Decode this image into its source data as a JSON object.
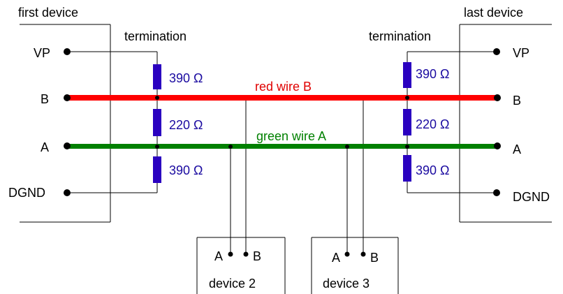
{
  "labels": {
    "first_device": "first device",
    "last_device": "last device",
    "termination_left": "termination",
    "termination_right": "termination",
    "red_wire": "red wire B",
    "green_wire": "green wire A"
  },
  "pins_left": {
    "vp": "VP",
    "b": "B",
    "a": "A",
    "dgnd": "DGND"
  },
  "pins_right": {
    "vp": "VP",
    "b": "B",
    "a": "A",
    "dgnd": "DGND"
  },
  "resistors_left": {
    "top": "390 Ω",
    "mid": "220 Ω",
    "bot": "390 Ω"
  },
  "resistors_right": {
    "top": "390 Ω",
    "mid": "220 Ω",
    "bot": "390 Ω"
  },
  "device2": {
    "name": "device 2",
    "pin_a": "A",
    "pin_b": "B"
  },
  "device3": {
    "name": "device 3",
    "pin_a": "A",
    "pin_b": "B"
  },
  "colors": {
    "red_wire": "#ff0000",
    "green_wire": "#008000",
    "resistor": "#2a00c0",
    "resistor_label": "#1a0aa0"
  }
}
